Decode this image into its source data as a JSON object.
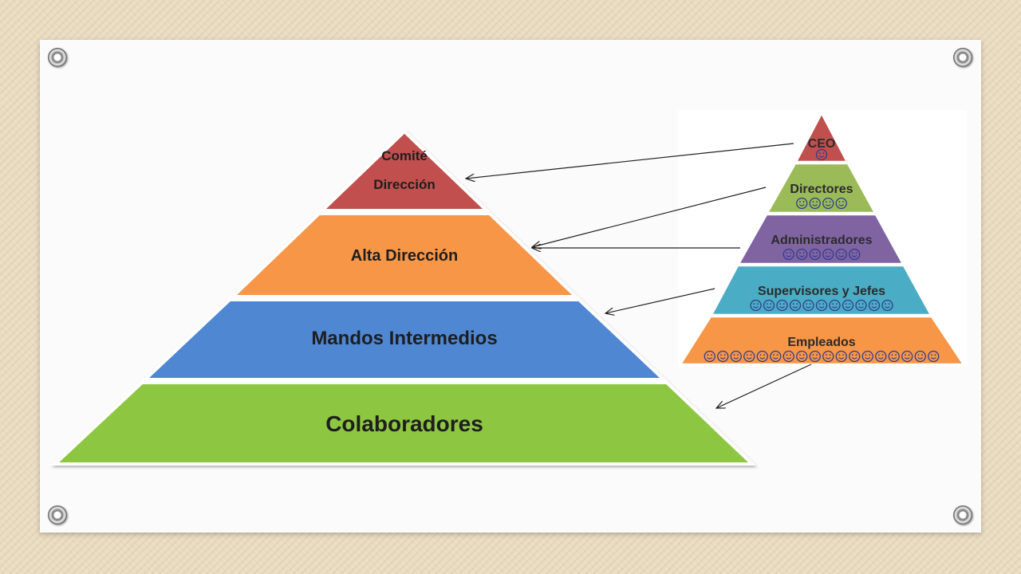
{
  "left_pyramid": {
    "levels": [
      {
        "lines": [
          "Comité",
          "Dirección"
        ],
        "color": "#c0504d"
      },
      {
        "lines": [
          "Alta Dirección"
        ],
        "color": "#f79646"
      },
      {
        "lines": [
          "Mandos Intermedios"
        ],
        "color": "#4f87d3"
      },
      {
        "lines": [
          "Colaboradores"
        ],
        "color": "#8dc63f"
      }
    ]
  },
  "right_pyramid": {
    "levels": [
      {
        "label": "CEO",
        "faces": 1,
        "color": "#c0504d"
      },
      {
        "label": "Directores",
        "faces": 4,
        "color": "#9bbb59"
      },
      {
        "label": "Administradores",
        "faces": 6,
        "color": "#8064a2"
      },
      {
        "label": "Supervisores y Jefes",
        "faces": 11,
        "color": "#4bacc6"
      },
      {
        "label": "Empleados",
        "faces": 18,
        "color": "#f79646"
      }
    ],
    "face_icon": "smiley-face-icon",
    "face_color": "#2f3c8e"
  }
}
